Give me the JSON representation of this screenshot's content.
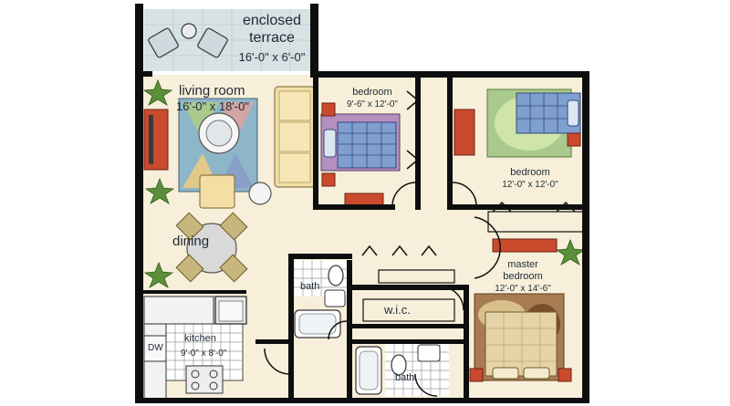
{
  "rooms": {
    "terrace": {
      "name": "enclosed\nterrace",
      "name_line1": "enclosed",
      "name_line2": "terrace",
      "dims": "16'-0\" x 6'-0\""
    },
    "living": {
      "name": "living room",
      "dims": "16'-0\" x 18'-0\""
    },
    "bedroom1": {
      "name": "bedroom",
      "dims": "9'-6\" x 12'-0\""
    },
    "bedroom2": {
      "name": "bedroom",
      "dims": "12'-0\" x 12'-0\""
    },
    "dining": {
      "name": "dining"
    },
    "master": {
      "name_line1": "master",
      "name_line2": "bedroom",
      "dims": "12'-0\" x 14'-6\""
    },
    "bath1": {
      "name": "bath"
    },
    "wic": {
      "name": "w.i.c."
    },
    "kitchen": {
      "name": "kitchen",
      "dims": "9'-0\" x 8'-0\""
    },
    "bath2": {
      "name": "bath"
    },
    "dw": {
      "name": "DW"
    }
  },
  "colors": {
    "floor": "#f7efd9",
    "wall": "#0e0e0e",
    "terrace_floor": "#d7e2e4",
    "rug_blue": "#8db6c9",
    "sofa": "#f3dea4",
    "bed_blue": "#7f9fd0",
    "accent_red": "#c94a2c",
    "plant": "#5c8f3a"
  }
}
